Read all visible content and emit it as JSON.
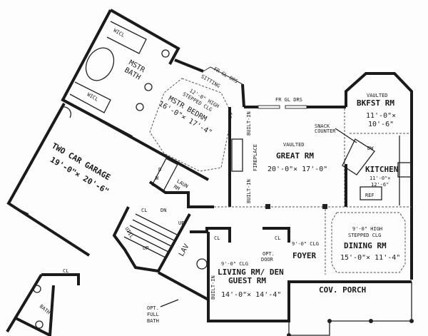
{
  "rooms": {
    "mstr_bath": {
      "name_line1": "MSTR",
      "name_line2": "BATH"
    },
    "wicl_top": "WICL",
    "wicl_bottom": "WICL",
    "mstr_bedrm": {
      "ceiling_line1": "12'-0\" HIGH",
      "ceiling_line2": "STEPPED CLG",
      "name": "MSTR BEDRM",
      "size": "16'-0\"× 17'-4\""
    },
    "sitting": "SITTING",
    "fr_gl_drs_bedroom": "FR GL DRS",
    "fr_gl_drs_great": "FR GL DRS",
    "garage": {
      "name": "TWO CAR GARAGE",
      "size": "19'-0\"× 20'-6\""
    },
    "laun": {
      "line1": "LAUN",
      "line2": "RM"
    },
    "great_rm": {
      "vaulted": "VAULTED",
      "name": "GREAT RM",
      "size": "20'-0\"× 17'-0\""
    },
    "built_in_upper": "BUILT-IN",
    "built_in_lower": "BUILT-IN",
    "fireplace": "FIREPLACE",
    "bkfst_rm": {
      "vaulted": "VAULTED",
      "name": "BKFST RM",
      "size_line1": "11'-0\"×",
      "size_line2": "10'-6\""
    },
    "snack_counter": {
      "line1": "SNACK",
      "line2": "COUNTER"
    },
    "dw": "DW",
    "kitchen": {
      "name": "KITCHEN",
      "size_line1": "11'-0\"×",
      "size_line2": "12'-6\""
    },
    "ref": "REF",
    "dining_rm": {
      "ceiling_line1": "9'-0\" HIGH",
      "ceiling_line2": "STEPPED CLG",
      "name": "DINING RM",
      "size": "15'-0\"× 11'-4\""
    },
    "foyer": {
      "ceiling": "9'-0\" CLG",
      "name": "FOYER"
    },
    "living_rm": {
      "ceiling": "9'-0\" CLG",
      "name_line1": "LIVING RM/ DEN",
      "name_line2": "GUEST RM",
      "size": "14'-0\"× 14'-4\""
    },
    "built_in_living": "BUILT-IN",
    "opt_door": {
      "line1": "OPT.",
      "line2": "DOOR"
    },
    "cl_living_left": "CL",
    "cl_living_right": "CL",
    "cl_stair": "CL",
    "util": "UTIL",
    "stairs": {
      "dn": "DN",
      "up1": "UP",
      "up2": "UP"
    },
    "lav": "LAV",
    "opt_full_bath": {
      "line1": "OPT.",
      "line2": "FULL",
      "line3": "BATH"
    },
    "cov_porch": "COV. PORCH",
    "inset_cl": "CL",
    "inset_bath": "BATH",
    "pantry_d": "D",
    "pantry_w": "W"
  }
}
